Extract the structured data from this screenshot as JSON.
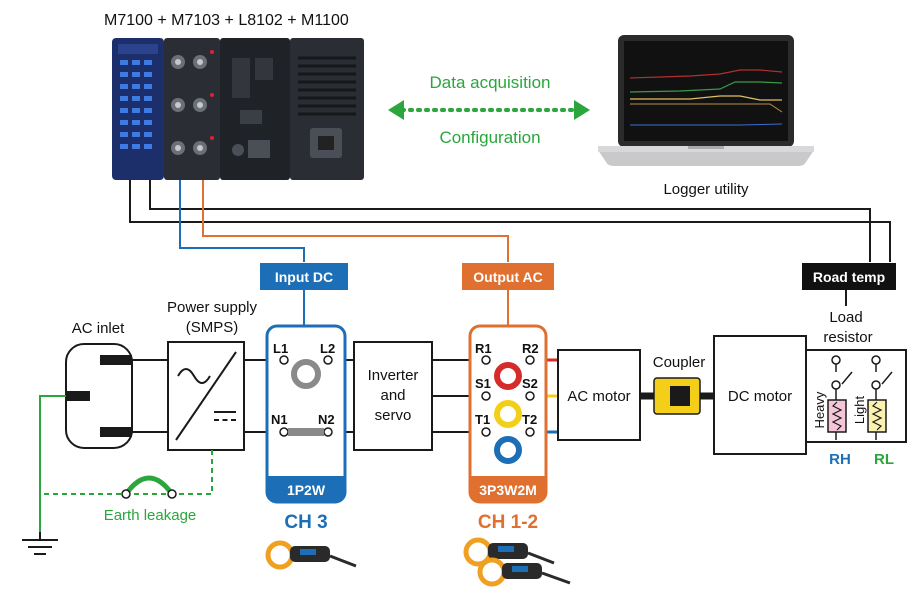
{
  "title": "M7100 + M7103 + L8102 + M1100",
  "link": {
    "top_label": "Data acquisition",
    "bottom_label": "Configuration",
    "color": "#2aa63d"
  },
  "laptop": {
    "label": "Logger utility"
  },
  "tags": {
    "input_dc": "Input DC",
    "output_ac": "Output AC",
    "road_temp": "Road temp"
  },
  "nodes": {
    "ac_inlet": "AC inlet",
    "power_supply_line1": "Power supply",
    "power_supply_line2": "(SMPS)",
    "inverter_line1": "Inverter",
    "inverter_line2": "and",
    "inverter_line3": "servo",
    "ac_motor": "AC motor",
    "coupler": "Coupler",
    "dc_motor": "DC motor",
    "load_line1": "Load",
    "load_line2": "resistor",
    "heavy": "Heavy",
    "light": "Light"
  },
  "terminals_dc": {
    "l1": "L1",
    "l2": "L2",
    "n1": "N1",
    "n2": "N2"
  },
  "terminals_ac": {
    "r1": "R1",
    "r2": "R2",
    "s1": "S1",
    "s2": "S2",
    "t1": "T1",
    "t2": "T2"
  },
  "wiring": {
    "dc": "1P2W",
    "ac": "3P3W2M"
  },
  "channels": {
    "dc": "CH 3",
    "ac": "CH 1-2"
  },
  "earth_leakage": "Earth leakage",
  "resistors": {
    "rh": "RH",
    "rl": "RL"
  },
  "colors": {
    "blue": "#1c6fb6",
    "orange": "#e0702f",
    "green": "#2aa63d",
    "red": "#d62b2b",
    "yellow": "#f3cf1a",
    "dark": "#1a1a1a"
  }
}
